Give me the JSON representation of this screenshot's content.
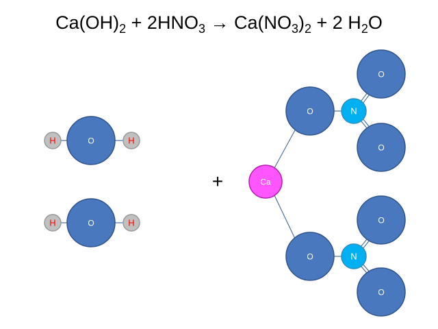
{
  "equation": {
    "parts": [
      "Ca(OH)",
      "2",
      " + 2HNO",
      "3",
      " → Ca(NO",
      "3",
      ")",
      "2",
      " + 2 H",
      "2",
      "O"
    ]
  },
  "labels": {
    "hydrogen": "H",
    "oxygen": "O",
    "nitrogen": "N",
    "calcium": "Ca",
    "plus": "+"
  },
  "colors": {
    "oxygen": "#4a78be",
    "hydrogen": "#c0c0c0",
    "hydrogen_text": "#ff0000",
    "nitrogen": "#00b0f0",
    "calcium": "#ff55ff",
    "bond": "#4f6f9f"
  }
}
